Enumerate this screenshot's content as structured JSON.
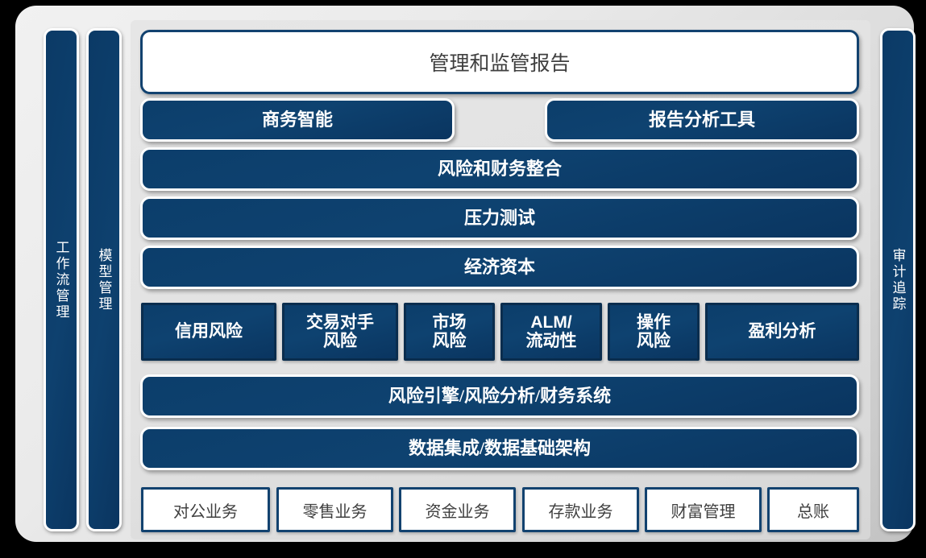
{
  "diagram": {
    "title": "管理和监管报告",
    "colors": {
      "navy": "#0d3c69",
      "navy_border": "#12426f",
      "panel_gray": "#e2e2e2",
      "frame_gray": "#d9d9d9",
      "white": "#ffffff",
      "text_dark": "#3f3f3f"
    }
  },
  "sidebars": {
    "left": [
      {
        "label": "工作流管理"
      },
      {
        "label": "模型管理"
      }
    ],
    "right": [
      {
        "label": "审计追踪"
      }
    ]
  },
  "layers": {
    "reporting_title": "管理和监管报告",
    "tools": [
      {
        "label": "商务智能"
      },
      {
        "label": "报告分析工具"
      }
    ],
    "wide_bands": [
      {
        "label": "风险和财务整合"
      },
      {
        "label": "压力测试"
      },
      {
        "label": "经济资本"
      }
    ],
    "risk_domains": [
      {
        "label": "信用风险",
        "lines": [
          "信用风险"
        ]
      },
      {
        "label": "交易对手风险",
        "lines": [
          "交易对手",
          "风险"
        ]
      },
      {
        "label": "市场风险",
        "lines": [
          "市场",
          "风险"
        ]
      },
      {
        "label": "ALM/流动性",
        "lines": [
          "ALM/",
          "流动性"
        ]
      },
      {
        "label": "操作风险",
        "lines": [
          "操作",
          "风险"
        ]
      },
      {
        "label": "盈利分析",
        "lines": [
          "盈利分析"
        ]
      }
    ],
    "engine_band": "风险引擎/风险分析/财务系统",
    "data_band": "数据集成/数据基础架构",
    "source_systems": [
      {
        "label": "对公业务"
      },
      {
        "label": "零售业务"
      },
      {
        "label": "资金业务"
      },
      {
        "label": "存款业务"
      },
      {
        "label": "财富管理"
      },
      {
        "label": "总账"
      }
    ]
  }
}
